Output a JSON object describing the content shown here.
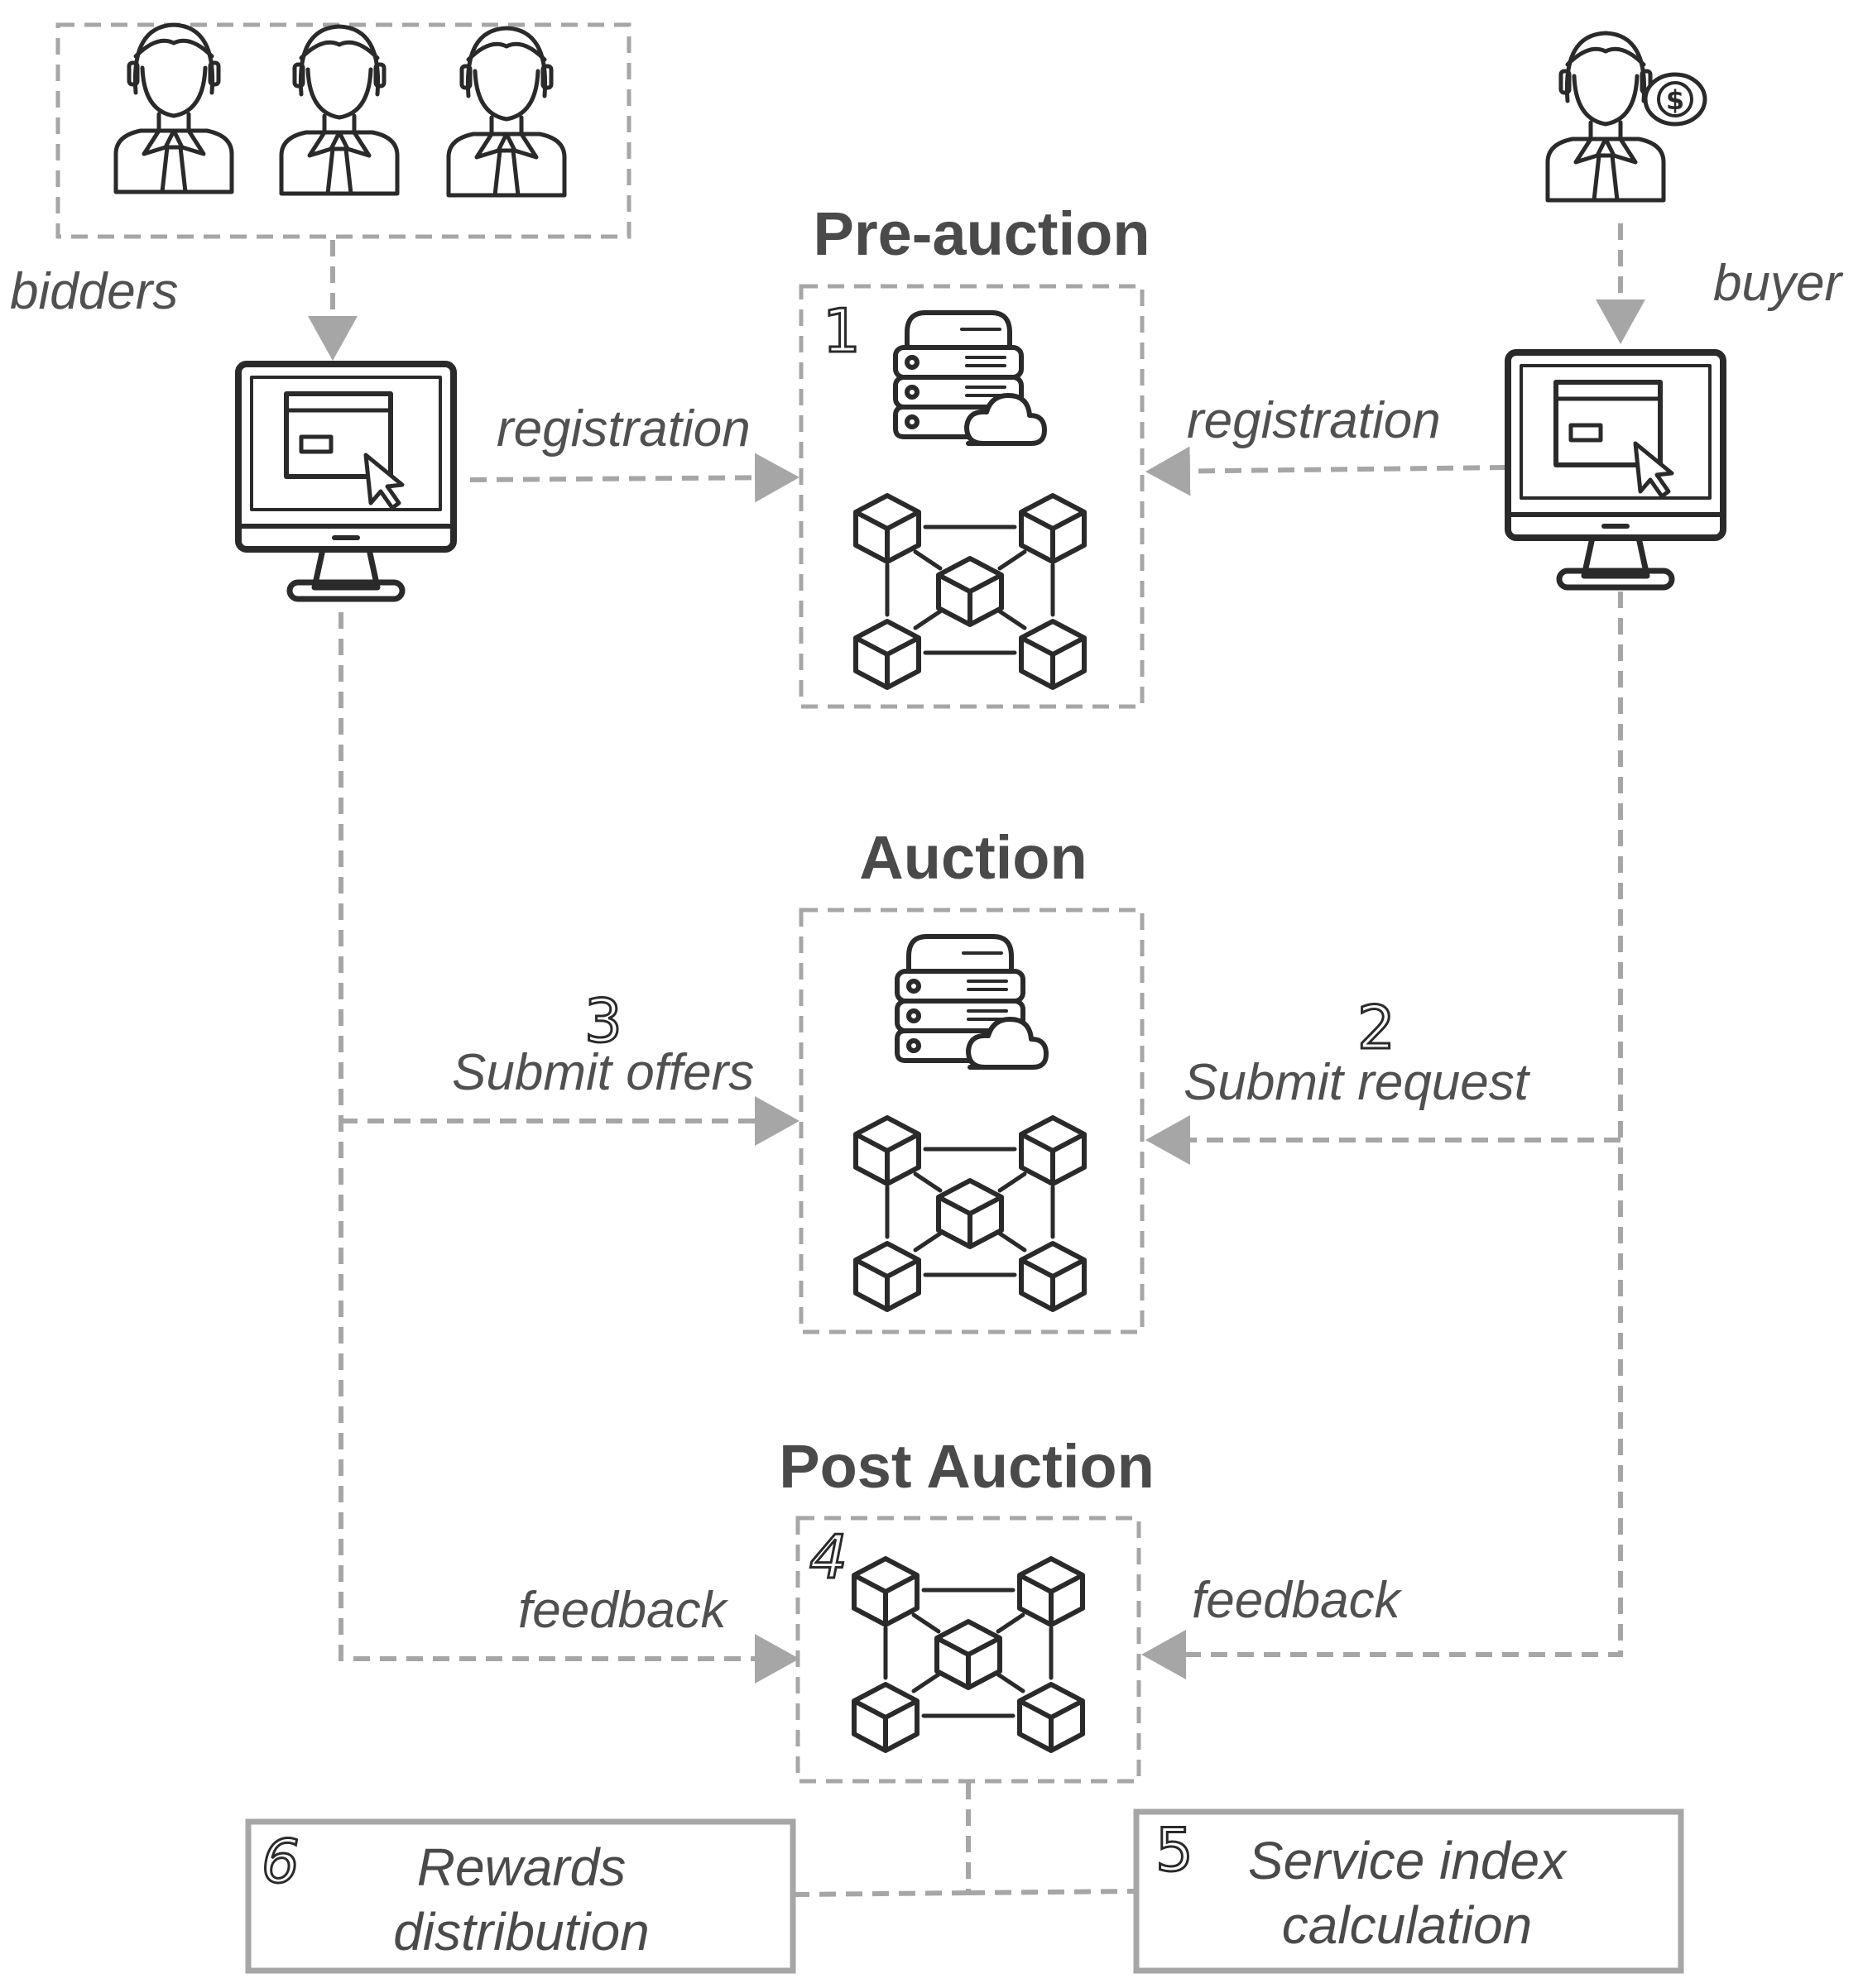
{
  "labels": {
    "bidders": "bidders",
    "buyer": "buyer",
    "registration_left": "registration",
    "registration_right": "registration",
    "submit_offers": "Submit offers",
    "submit_request": "Submit request",
    "feedback_left": "feedback",
    "feedback_right": "feedback"
  },
  "stages": {
    "pre_auction": {
      "title": "Pre-auction",
      "step": "1"
    },
    "auction": {
      "title": "Auction"
    },
    "post_auction": {
      "title": "Post Auction",
      "step": "4"
    }
  },
  "steps": {
    "submit_request": "2",
    "submit_offers": "3"
  },
  "outcomes": {
    "rewards": {
      "step": "6",
      "line1": "Rewards",
      "line2": "distribution"
    },
    "service_index": {
      "step": "5",
      "line1": "Service index",
      "line2": "calculation"
    }
  },
  "icons": {
    "bidders": [
      "bidder-person-icon",
      "bidder-person-icon",
      "bidder-person-icon"
    ],
    "buyer": "buyer-with-dollar-icon",
    "monitor": "computer-monitor-icon",
    "server": "server-cloud-icon",
    "blockchain": "blockchain-network-icon"
  },
  "colors": {
    "dashed_line": "#a6a6a6",
    "icon_stroke": "#2a2a2a",
    "text": "#4a4a4a"
  }
}
